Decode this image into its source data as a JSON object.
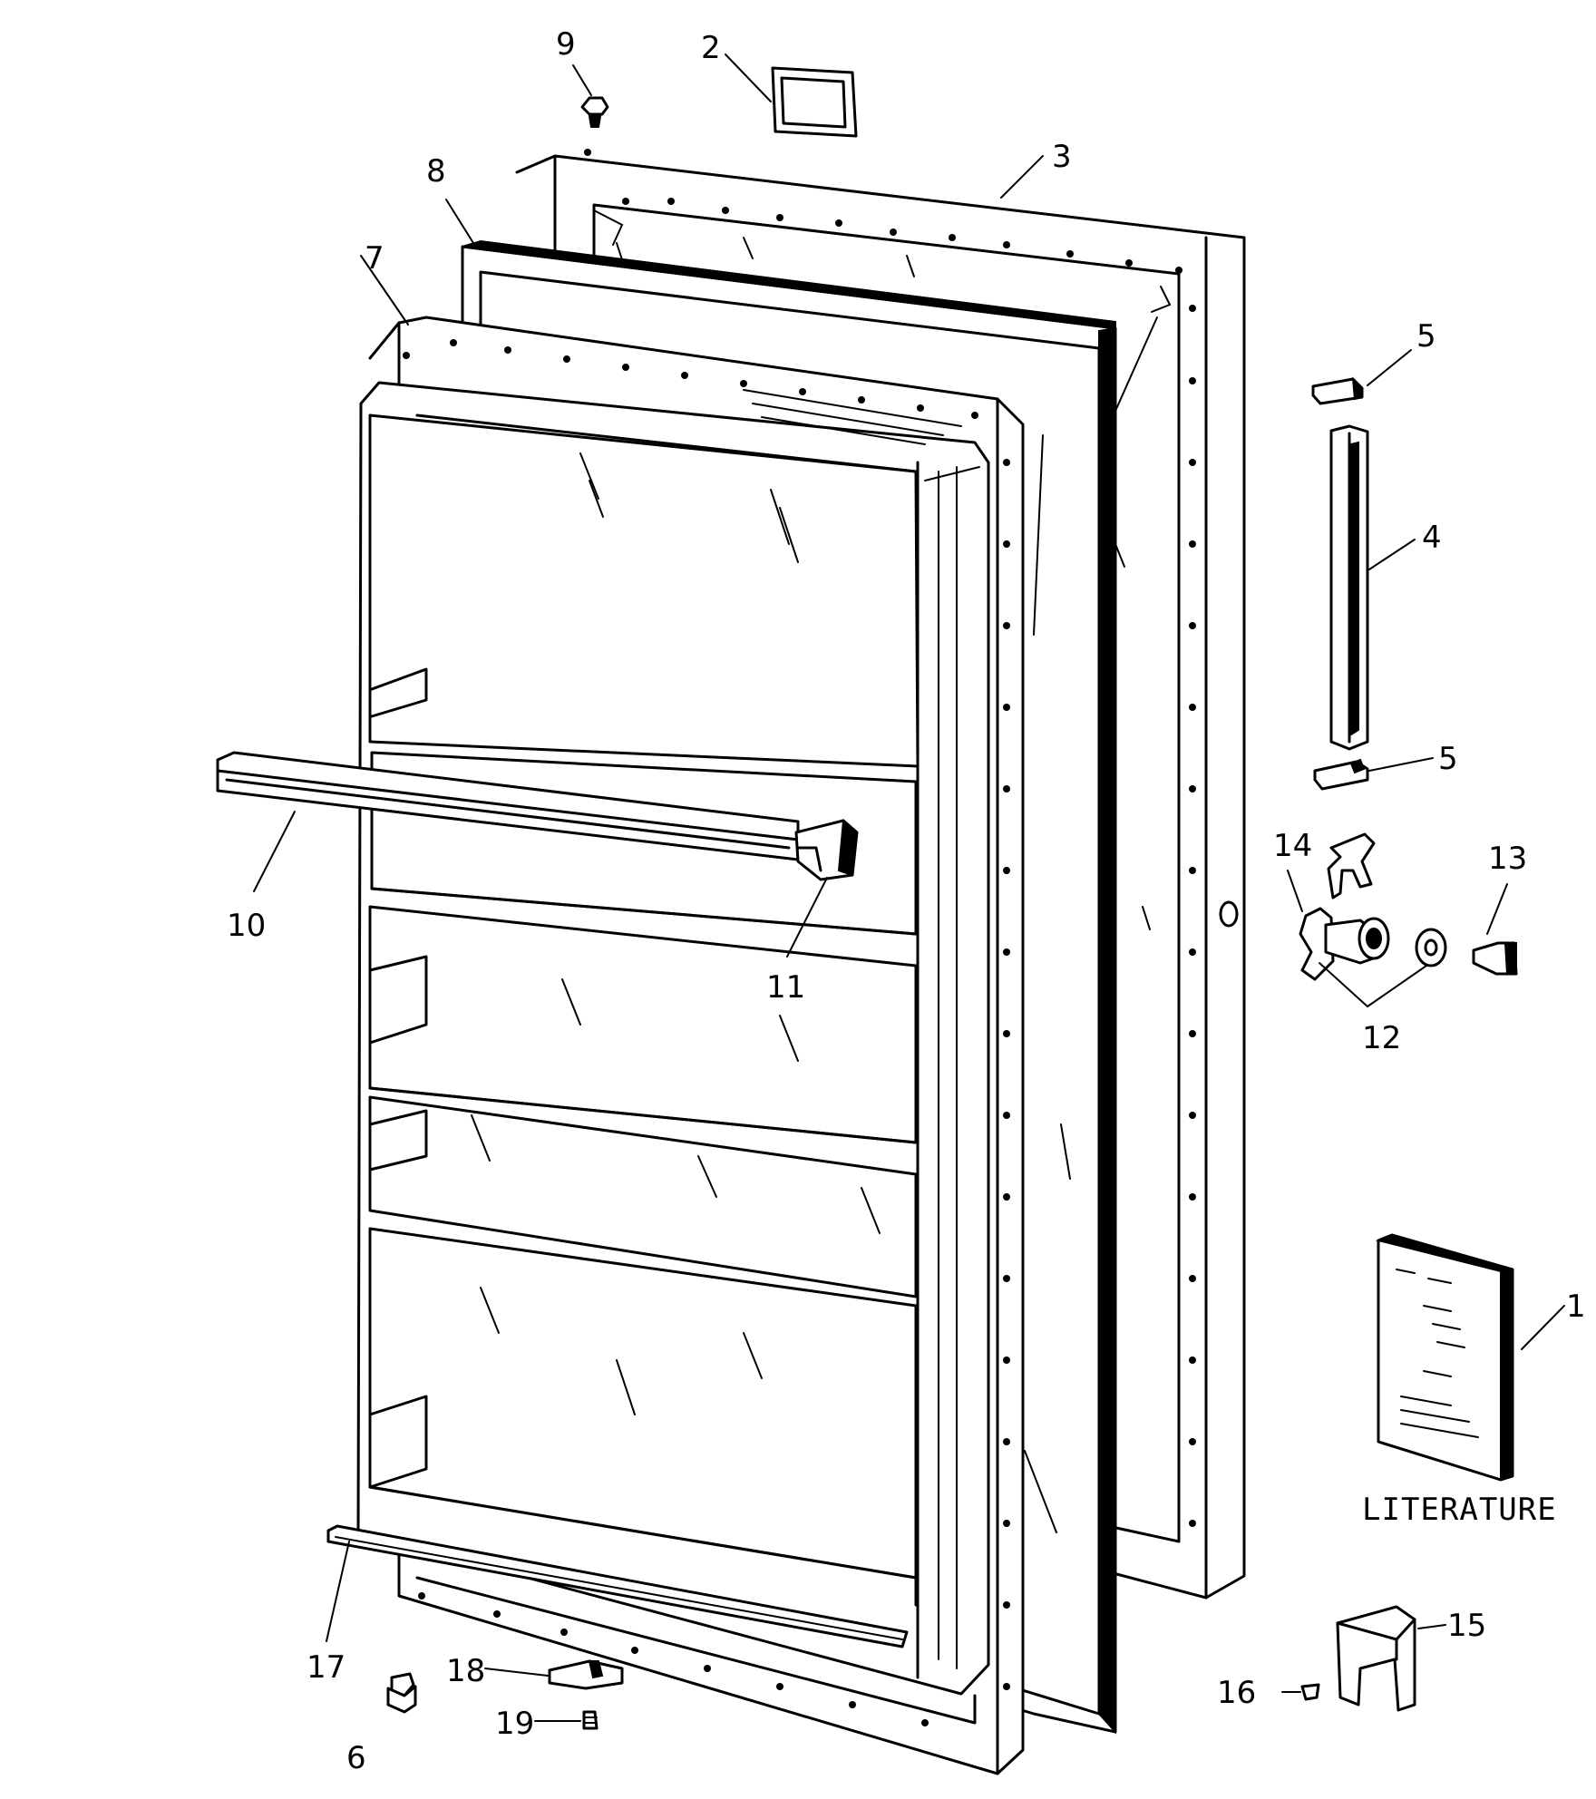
{
  "callouts": [
    {
      "id": "1",
      "text": "1"
    },
    {
      "id": "2",
      "text": "2"
    },
    {
      "id": "3",
      "text": "3"
    },
    {
      "id": "4",
      "text": "4"
    },
    {
      "id": "5a",
      "text": "5"
    },
    {
      "id": "5b",
      "text": "5"
    },
    {
      "id": "6",
      "text": "6"
    },
    {
      "id": "7",
      "text": "7"
    },
    {
      "id": "8",
      "text": "8"
    },
    {
      "id": "9",
      "text": "9"
    },
    {
      "id": "10",
      "text": "10"
    },
    {
      "id": "11",
      "text": "11"
    },
    {
      "id": "12",
      "text": "12"
    },
    {
      "id": "13",
      "text": "13"
    },
    {
      "id": "14",
      "text": "14"
    },
    {
      "id": "15",
      "text": "15"
    },
    {
      "id": "16",
      "text": "16"
    },
    {
      "id": "17",
      "text": "17"
    },
    {
      "id": "18",
      "text": "18"
    },
    {
      "id": "19",
      "text": "19"
    }
  ],
  "literature_label": "LITERATURE"
}
